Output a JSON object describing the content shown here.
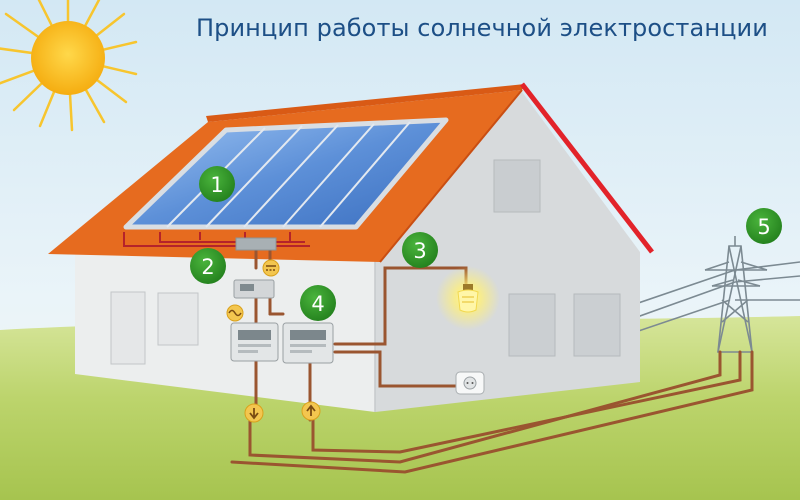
{
  "title": "Принцип работы солнечной электростанции",
  "markers": [
    {
      "label": "1",
      "meaning": "solar-panels"
    },
    {
      "label": "2",
      "meaning": "inverter"
    },
    {
      "label": "3",
      "meaning": "home-consumers"
    },
    {
      "label": "4",
      "meaning": "electricity-meters"
    },
    {
      "label": "5",
      "meaning": "power-grid"
    }
  ],
  "colors": {
    "sky_top": "#cfe6f2",
    "grass": "#b9d36a",
    "roof": "#e4691f",
    "wall": "#eef0f0",
    "wire": "#9a5530",
    "marker": "#2f9b27",
    "sun": "#f6b80f",
    "panel": "#5b8fd6",
    "title": "#1d4f86"
  }
}
